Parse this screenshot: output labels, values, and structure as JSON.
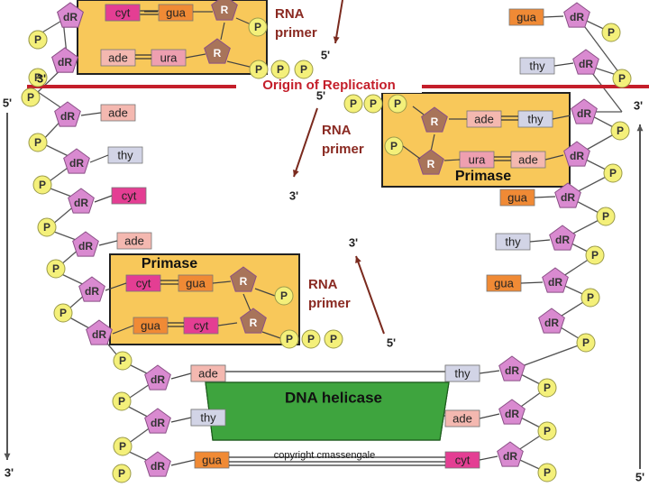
{
  "colors": {
    "deoxyribose": "#d98ad0",
    "phosphate": "#f4f07a",
    "ribose": "#a8745a",
    "cytosine": "#e43e93",
    "guanine": "#f08a35",
    "adenine": "#f4b8b0",
    "thymine": "#d2d4e6",
    "uracil": "#ee9fb0",
    "primase_box": "#f8c85a",
    "helicase": "#3ea43e",
    "origin_line": "#c41e2a",
    "arrow": "#7a2a1e"
  },
  "labels": {
    "origin": "Origin of Replication",
    "rna_primer": [
      "RNA",
      "primer"
    ],
    "primase": "Primase",
    "helicase": "DNA helicase",
    "copyright": "copyright cmassengale"
  },
  "nucleotides": {
    "deoxyribose": "dR",
    "ribose": "R",
    "phosphate": "P"
  },
  "strand_ends": {
    "five_prime": "5'",
    "three_prime": "3'"
  },
  "bases": {
    "cyt": "cyt",
    "gua": "gua",
    "ade": "ade",
    "ura": "ura",
    "thy": "thy"
  }
}
